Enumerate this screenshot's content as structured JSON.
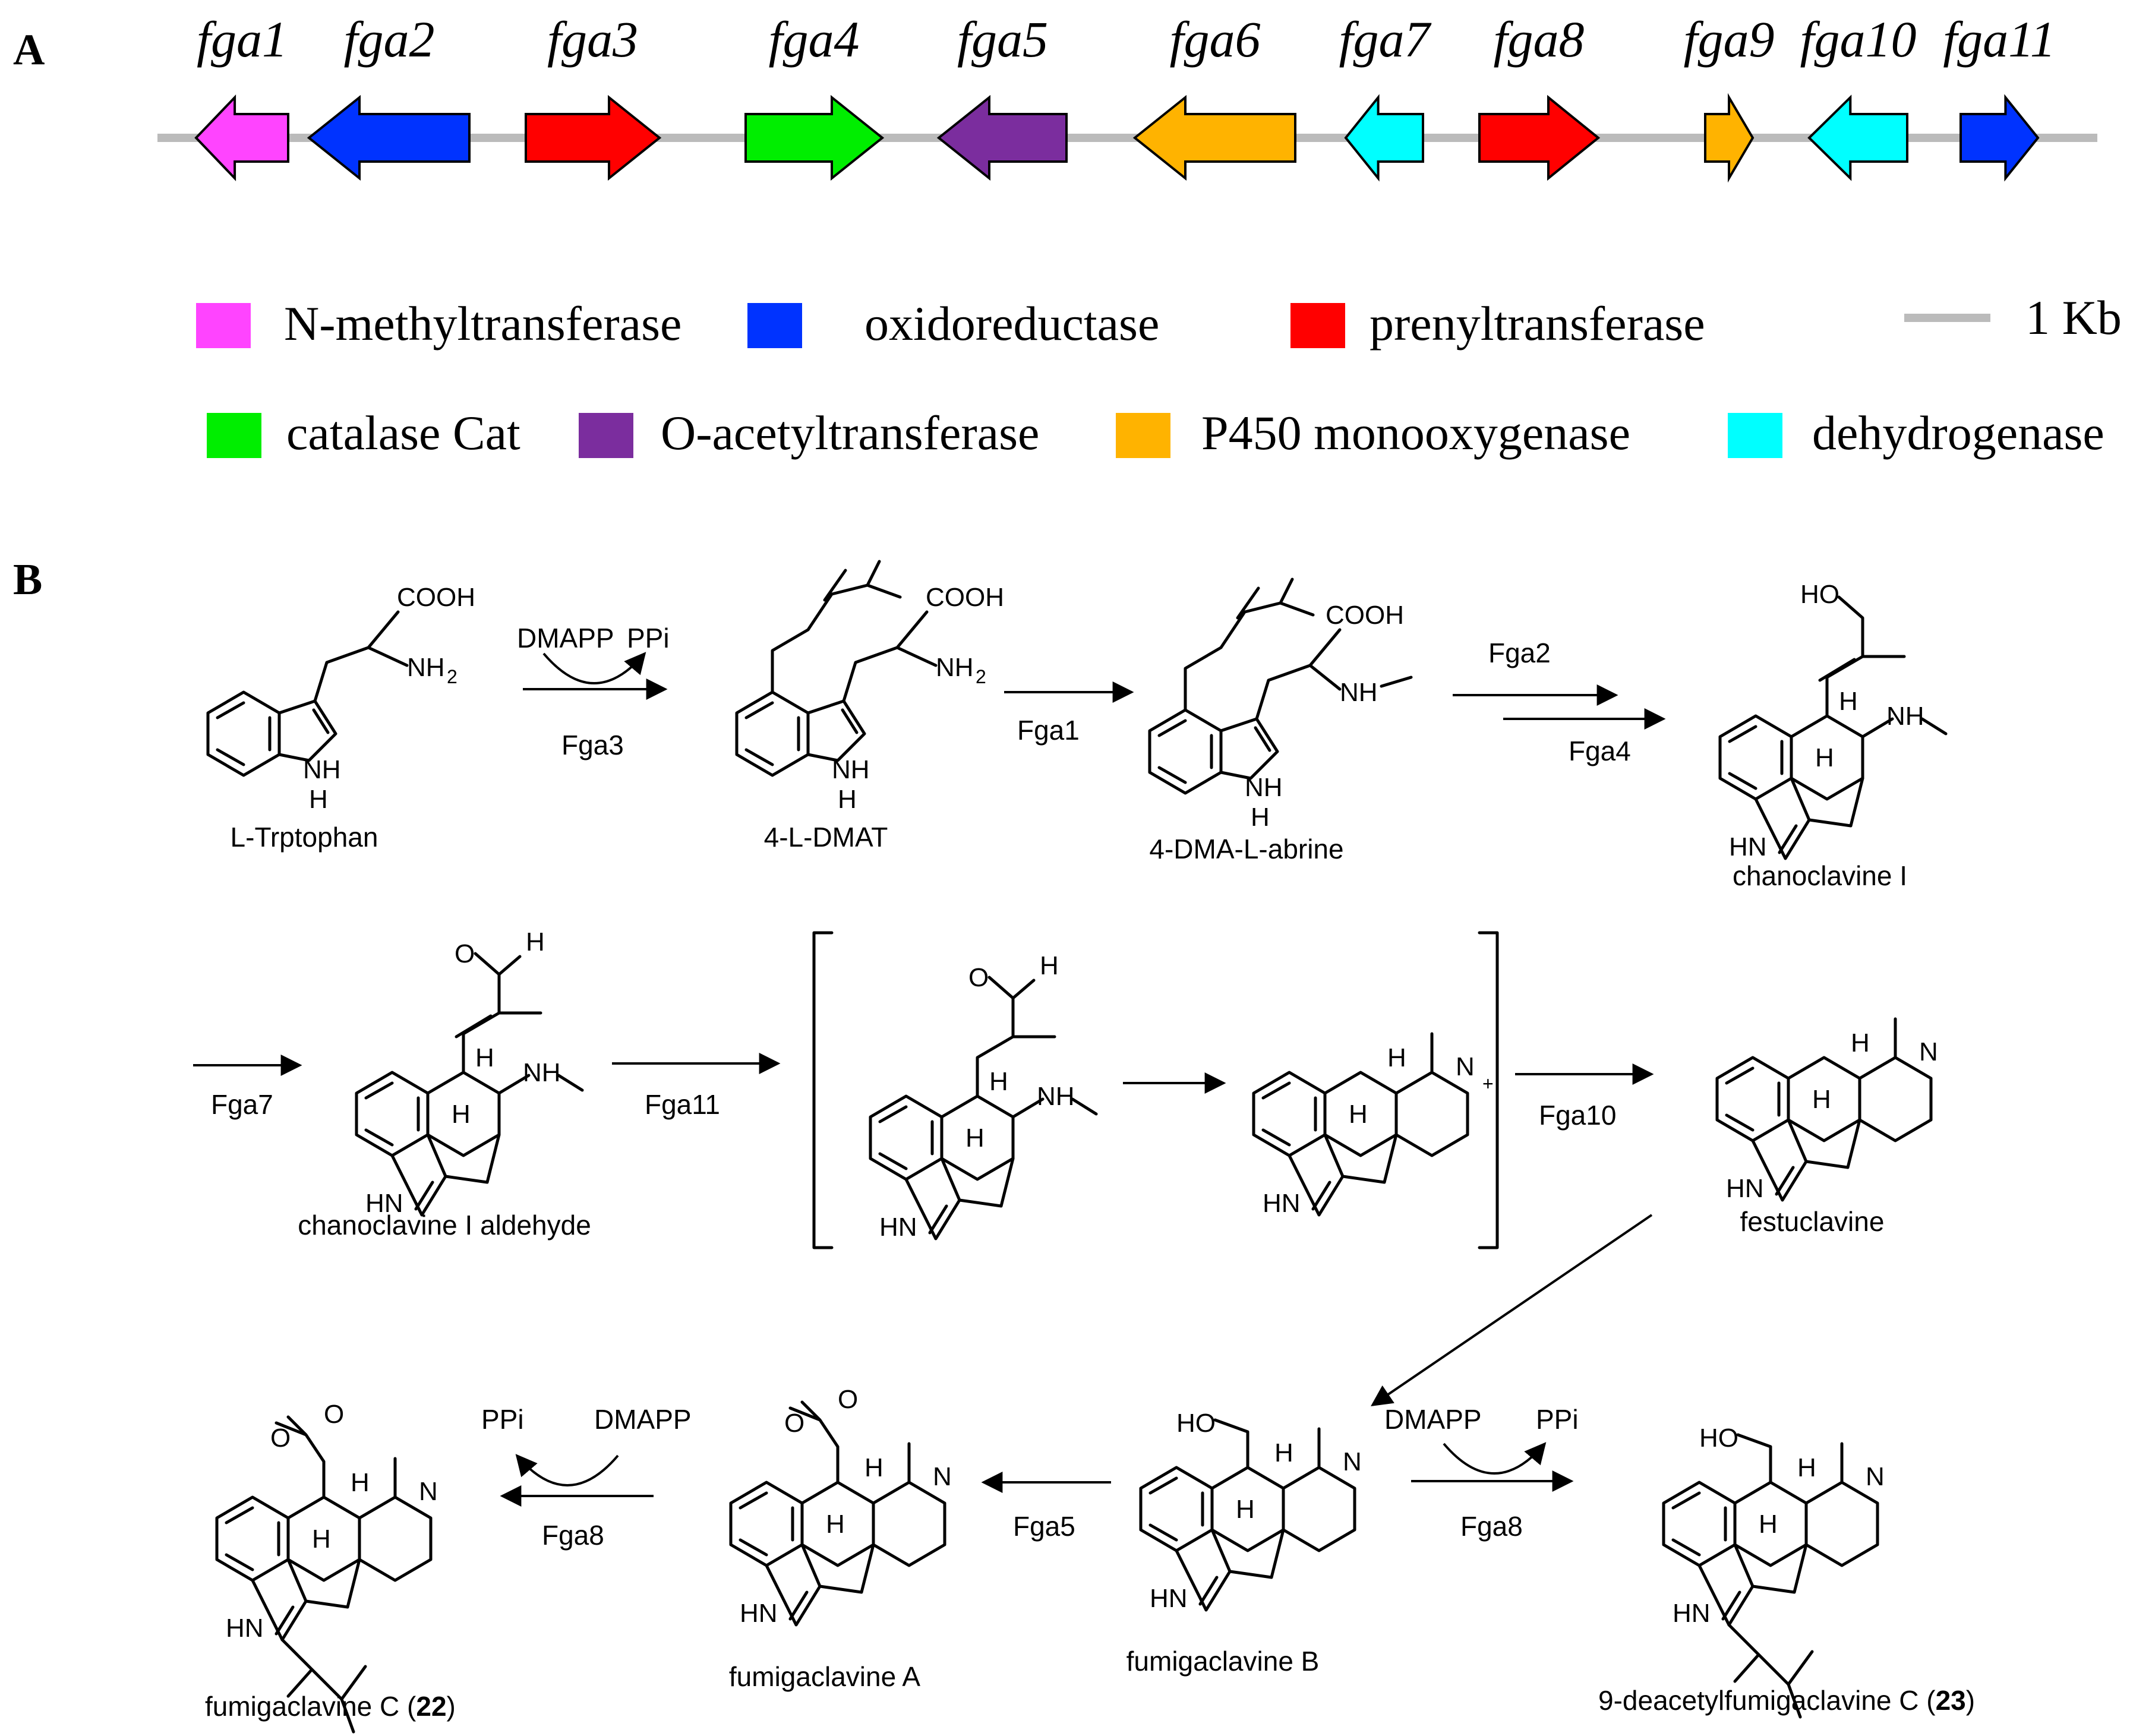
{
  "panels": {
    "a": "A",
    "b": "B"
  },
  "genes": [
    {
      "name": "fga1",
      "dir": "left",
      "color": "#ff44ff"
    },
    {
      "name": "fga2",
      "dir": "left",
      "color": "#0033ff"
    },
    {
      "name": "fga3",
      "dir": "right",
      "color": "#ff0000"
    },
    {
      "name": "fga4",
      "dir": "right",
      "color": "#00ee00"
    },
    {
      "name": "fga5",
      "dir": "left",
      "color": "#7b2d9e"
    },
    {
      "name": "fga6",
      "dir": "left",
      "color": "#ffb300"
    },
    {
      "name": "fga7",
      "dir": "left",
      "color": "#00ffff"
    },
    {
      "name": "fga8",
      "dir": "right",
      "color": "#ff0000"
    },
    {
      "name": "fga9",
      "dir": "right",
      "color": "#ffb300"
    },
    {
      "name": "fga10",
      "dir": "left",
      "color": "#00ffff"
    },
    {
      "name": "fga11",
      "dir": "right",
      "color": "#0033ff"
    }
  ],
  "legend": [
    {
      "label": "N-methyltransferase",
      "color": "#ff44ff"
    },
    {
      "label": "oxidoreductase",
      "color": "#0033ff"
    },
    {
      "label": "prenyltransferase",
      "color": "#ff0000"
    },
    {
      "label": "catalase Cat",
      "color": "#00ee00"
    },
    {
      "label": "O-acetyltransferase",
      "color": "#7b2d9e"
    },
    {
      "label": "P450 monooxygenase",
      "color": "#ffb300"
    },
    {
      "label": "dehydrogenase",
      "color": "#00ffff"
    }
  ],
  "scale_bar": {
    "label": "1 Kb",
    "color": "#bbbbbb"
  },
  "compounds": {
    "trp": "L-Trptophan",
    "dmat": "4-L-DMAT",
    "abrine": "4-DMA-L-abrine",
    "chanoI": "chanoclavine I",
    "chanoAld": "chanoclavine I aldehyde",
    "festu": "festuclavine",
    "fumB": "fumigaclavine B",
    "fumA": "fumigaclavine A",
    "fumC": "fumigaclavine C (",
    "fumC_num": "22",
    "deacetyl": "9-deacetylfumigaclavine C (",
    "deacetyl_num": "23",
    "close": ")"
  },
  "reagents": {
    "dmapp": "DMAPP",
    "ppi": "PPi",
    "fga3": "Fga3",
    "fga1": "Fga1",
    "fga2": "Fga2",
    "fga4": "Fga4",
    "fga7": "Fga7",
    "fga11": "Fga11",
    "fga10": "Fga10",
    "fga5": "Fga5",
    "fga8": "Fga8"
  },
  "atoms": {
    "cooh": "COOH",
    "nh": "NH",
    "h": "H",
    "two": "2",
    "hn": "HN",
    "ho": "HO",
    "o": "O",
    "n": "N",
    "plus": "+"
  }
}
